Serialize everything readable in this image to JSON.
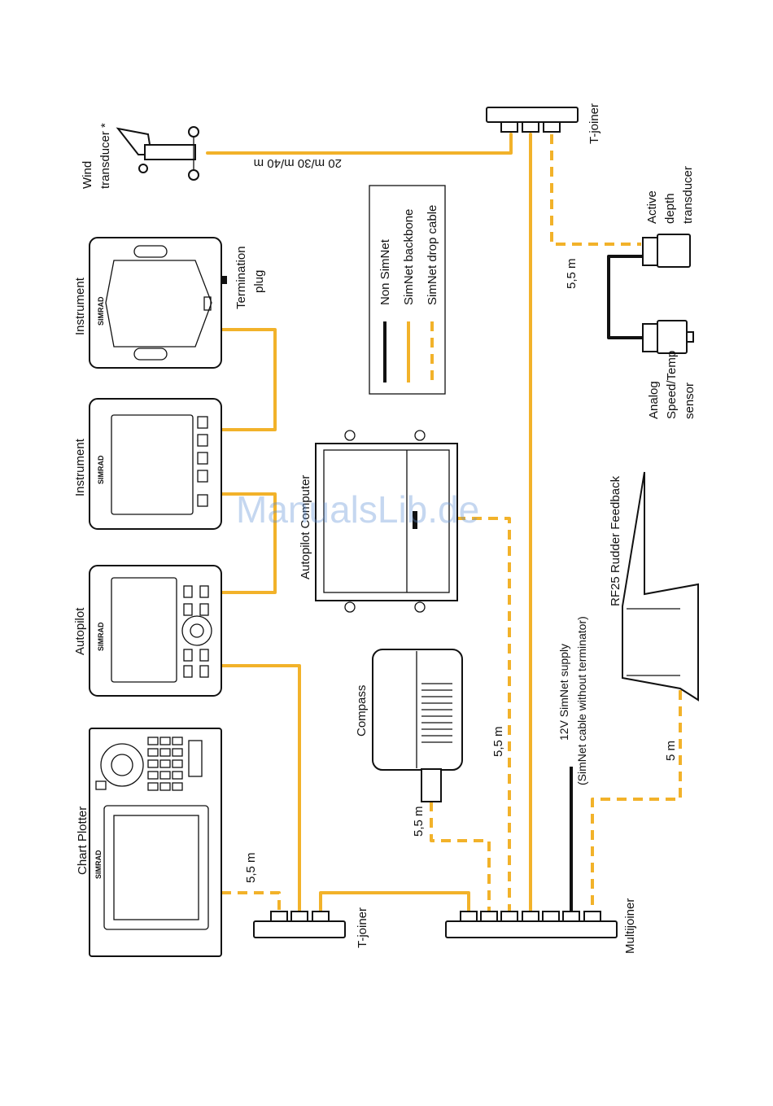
{
  "devices": {
    "chart_plotter": "Chart Plotter",
    "autopilot": "Autopilot",
    "instrument_1": "Instrument",
    "instrument_2": "Instrument",
    "wind": "Wind transducer *",
    "termination": "Termination plug",
    "autopilot_computer": "Autopilot Computer",
    "compass": "Compass",
    "tjoiner_bottom": "T-joiner",
    "tjoiner_top": "T-joiner",
    "multijoiner": "Multijoiner",
    "depth": "Active depth transducer",
    "speed": "Analog Speed/Temp sensor",
    "rudder": "RF25 Rudder Feedback",
    "supply_line1": "12V SimNet supply",
    "supply_line2": "(SimNet cable without terminator)"
  },
  "brand": "SIMRAD",
  "cable_lengths": {
    "wind": "20 m/30 m/40 m",
    "plotter_drop": "5,5 m",
    "compass_drop": "5,5 m",
    "computer_drop": "5,5 m",
    "depth_drop": "5,5 m",
    "rudder_drop": "5 m"
  },
  "legend": {
    "items": [
      {
        "label": "Non SimNet",
        "style": "solid",
        "color": "#111111"
      },
      {
        "label": "SimNet backbone",
        "style": "solid",
        "color": "#f2b22a"
      },
      {
        "label": "SimNet drop cable",
        "style": "dashed",
        "color": "#f2b22a"
      }
    ]
  },
  "watermark": "ManualsLib.de"
}
